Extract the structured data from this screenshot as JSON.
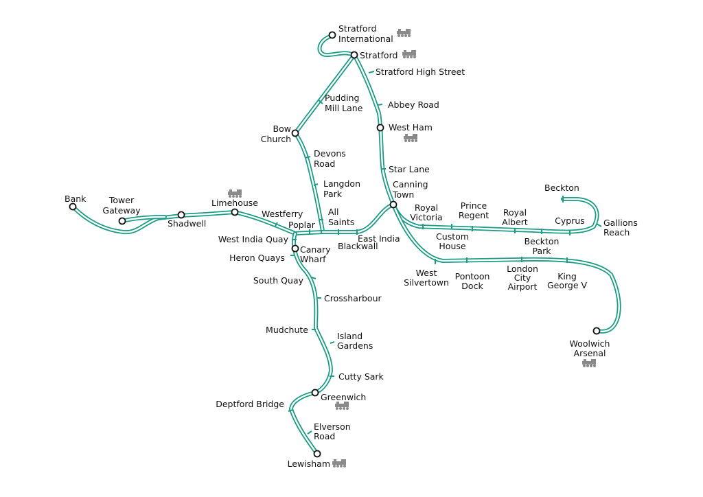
{
  "map": {
    "line_color": "#1b9c86",
    "rail_icon": "national-rail-train-icon",
    "stations": [
      {
        "id": "stratford-international",
        "lines": [
          "Stratford",
          "International"
        ],
        "interchange": true,
        "rail": true
      },
      {
        "id": "stratford",
        "lines": [
          "Stratford"
        ],
        "interchange": true,
        "rail": true
      },
      {
        "id": "stratford-high-street",
        "lines": [
          "Stratford High Street"
        ]
      },
      {
        "id": "pudding-mill-lane",
        "lines": [
          "Pudding",
          "Mill Lane"
        ]
      },
      {
        "id": "abbey-road",
        "lines": [
          "Abbey Road"
        ]
      },
      {
        "id": "west-ham",
        "lines": [
          "West Ham"
        ],
        "interchange": true,
        "rail": true
      },
      {
        "id": "bow-church",
        "lines": [
          "Bow",
          "Church"
        ],
        "interchange": true
      },
      {
        "id": "devons-road",
        "lines": [
          "Devons",
          "Road"
        ]
      },
      {
        "id": "star-lane",
        "lines": [
          "Star Lane"
        ]
      },
      {
        "id": "langdon-park",
        "lines": [
          "Langdon",
          "Park"
        ]
      },
      {
        "id": "canning-town",
        "lines": [
          "Canning",
          "Town"
        ],
        "interchange": true
      },
      {
        "id": "beckton",
        "lines": [
          "Beckton"
        ]
      },
      {
        "id": "bank",
        "lines": [
          "Bank"
        ],
        "interchange": true
      },
      {
        "id": "tower-gateway",
        "lines": [
          "Tower",
          "Gateway"
        ],
        "interchange": true
      },
      {
        "id": "limehouse",
        "lines": [
          "Limehouse"
        ],
        "interchange": true,
        "rail": true
      },
      {
        "id": "shadwell",
        "lines": [
          "Shadwell"
        ],
        "interchange": true
      },
      {
        "id": "westferry",
        "lines": [
          "Westferry"
        ]
      },
      {
        "id": "all-saints",
        "lines": [
          "All",
          "Saints"
        ]
      },
      {
        "id": "poplar",
        "lines": [
          "Poplar"
        ]
      },
      {
        "id": "royal-victoria",
        "lines": [
          "Royal",
          "Victoria"
        ]
      },
      {
        "id": "prince-regent",
        "lines": [
          "Prince",
          "Regent"
        ]
      },
      {
        "id": "royal-albert",
        "lines": [
          "Royal",
          "Albert"
        ]
      },
      {
        "id": "cyprus",
        "lines": [
          "Cyprus"
        ]
      },
      {
        "id": "gallions-reach",
        "lines": [
          "Gallions",
          "Reach"
        ]
      },
      {
        "id": "west-india-quay",
        "lines": [
          "West India Quay"
        ]
      },
      {
        "id": "east-india",
        "lines": [
          "East India"
        ]
      },
      {
        "id": "blackwall",
        "lines": [
          "Blackwall"
        ]
      },
      {
        "id": "canary-wharf",
        "lines": [
          "Canary",
          "Wharf"
        ],
        "interchange": true
      },
      {
        "id": "custom-house",
        "lines": [
          "Custom",
          "House"
        ]
      },
      {
        "id": "beckton-park",
        "lines": [
          "Beckton",
          "Park"
        ]
      },
      {
        "id": "heron-quays",
        "lines": [
          "Heron Quays"
        ]
      },
      {
        "id": "west-silvertown",
        "lines": [
          "West",
          "Silvertown"
        ]
      },
      {
        "id": "pontoon-dock",
        "lines": [
          "Pontoon",
          "Dock"
        ]
      },
      {
        "id": "london-city-airport",
        "lines": [
          "London",
          "City",
          "Airport"
        ]
      },
      {
        "id": "king-george-v",
        "lines": [
          "King",
          "George V"
        ]
      },
      {
        "id": "south-quay",
        "lines": [
          "South Quay"
        ]
      },
      {
        "id": "crossharbour",
        "lines": [
          "Crossharbour"
        ]
      },
      {
        "id": "woolwich-arsenal",
        "lines": [
          "Woolwich",
          "Arsenal"
        ],
        "interchange": true,
        "rail": true
      },
      {
        "id": "mudchute",
        "lines": [
          "Mudchute"
        ]
      },
      {
        "id": "island-gardens",
        "lines": [
          "Island",
          "Gardens"
        ]
      },
      {
        "id": "cutty-sark",
        "lines": [
          "Cutty Sark"
        ]
      },
      {
        "id": "greenwich",
        "lines": [
          "Greenwich"
        ],
        "interchange": true,
        "rail": true
      },
      {
        "id": "deptford-bridge",
        "lines": [
          "Deptford Bridge"
        ]
      },
      {
        "id": "elverson-road",
        "lines": [
          "Elverson",
          "Road"
        ]
      },
      {
        "id": "lewisham",
        "lines": [
          "Lewisham"
        ],
        "interchange": true,
        "rail": true
      }
    ]
  }
}
